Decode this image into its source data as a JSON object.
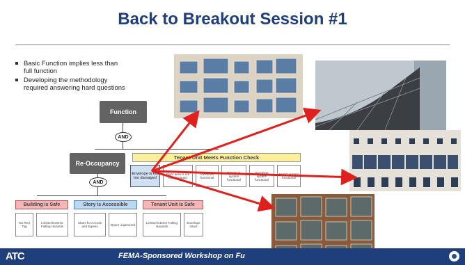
{
  "slide": {
    "title": "Back to Breakout Session #1",
    "bullets": [
      "Basic Function implies less than full function",
      "Developing the methodology required answering hard questions"
    ],
    "footer": {
      "logo": "ATC",
      "text": "FEMA-Sponsored Workshop on Fu"
    }
  },
  "diagram": {
    "function": "Function",
    "and": "AND",
    "reoccupancy": "Re-Occupancy",
    "tenant_check": "Tenant Unit Meets Function Check",
    "tenant_items": [
      "Envelope is not too damaged",
      "Floor area is not too damaged",
      "Elevators functional",
      "Electrical system functional",
      "Plumbing system functional",
      "HVAC system functional"
    ],
    "categories": [
      "Building is Safe",
      "Story is Accessible",
      "Tenant Unit is Safe"
    ],
    "building_items": [
      "No Red Tag",
      "Limited Exterior Falling Hazards"
    ],
    "story_items": [
      "Stairs for Access and Egress",
      "Doors unjammed"
    ],
    "unit_items": [
      "Limited Interior Falling Hazards",
      "Envelope intact"
    ]
  },
  "colors": {
    "title": "#1f3e7c",
    "footer": "#1f3e7c",
    "arrow": "#e0201c"
  }
}
